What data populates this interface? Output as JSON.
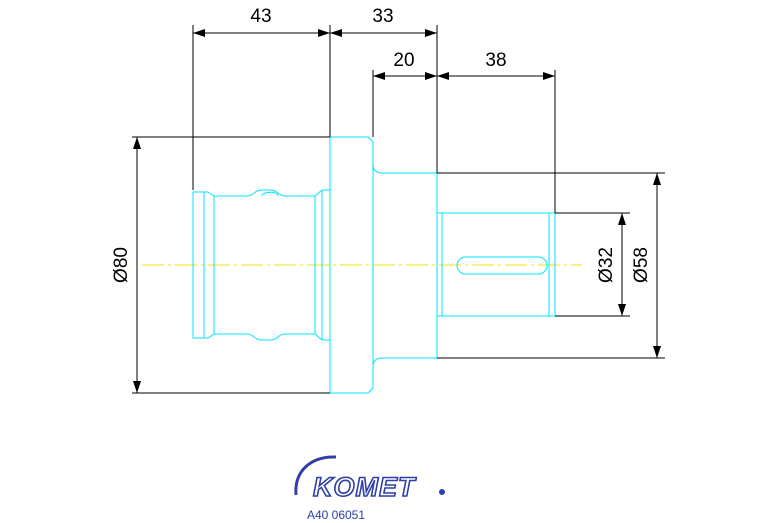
{
  "drawing": {
    "dimensions": {
      "len_43": "43",
      "len_33": "33",
      "len_20": "20",
      "len_38": "38",
      "dia_80": "Ø80",
      "dia_32": "Ø32",
      "dia_58": "Ø58"
    },
    "colors": {
      "part_outline": "#00e5ff",
      "center_line": "#f2e600",
      "dimension_line": "#000000",
      "brand": "#2f3fa6"
    }
  },
  "footer": {
    "logo_text": "KOMET",
    "part_code": "A40 06051"
  }
}
